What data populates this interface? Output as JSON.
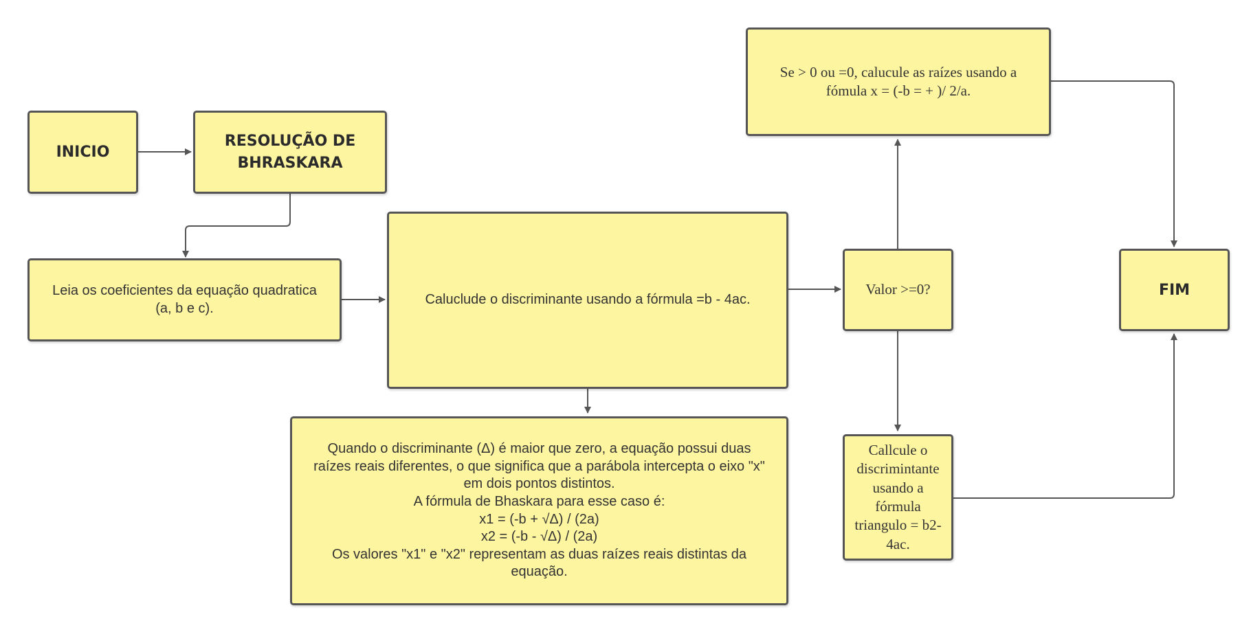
{
  "diagram": {
    "nodes": {
      "inicio": {
        "text": "INICIO"
      },
      "resolucao": {
        "text": "RESOLUÇÃO DE\nBHRASKARA"
      },
      "leia": {
        "text": "Leia os coeficientes da equação quadratica\n(a, b e c)."
      },
      "discriminante": {
        "text": "Caluclude o discriminante usando a fórmula =b - 4ac."
      },
      "explicacao": {
        "text": "Quando o discriminante (Δ) é maior que zero, a equação possui duas\nraízes reais diferentes, o que significa que a parábola intercepta o eixo \"x\"\nem dois pontos distintos.\nA fórmula de Bhaskara para esse caso é:\nx1 = (-b + √Δ) / (2a)\nx2 = (-b - √Δ) / (2a)\nOs valores \"x1\" e \"x2\" representam as duas raízes reais distintas da\nequação."
      },
      "valor": {
        "text": "Valor >=0?"
      },
      "raizes": {
        "text": "Se > 0 ou =0, calucule as raízes usando a\nfómula x = (-b = + )/ 2/a."
      },
      "callcule": {
        "text": "Callcule o\ndiscrimintante\nusando a\nfórmula\ntriangulo = b2-\n4ac."
      },
      "fim": {
        "text": "FIM"
      }
    },
    "colors": {
      "node_fill": "#fef5a0",
      "node_border": "#555555",
      "connector": "#555555"
    }
  }
}
